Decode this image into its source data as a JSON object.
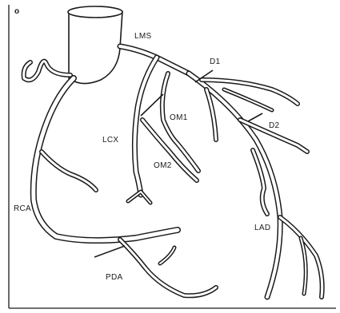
{
  "panel_label": "o",
  "labels": {
    "lms": "LMS",
    "d1": "D1",
    "d2": "D2",
    "om1": "OM1",
    "om2": "OM2",
    "lcx": "LCX",
    "lad": "LAD",
    "rca": "RCA",
    "pda": "PDA"
  }
}
